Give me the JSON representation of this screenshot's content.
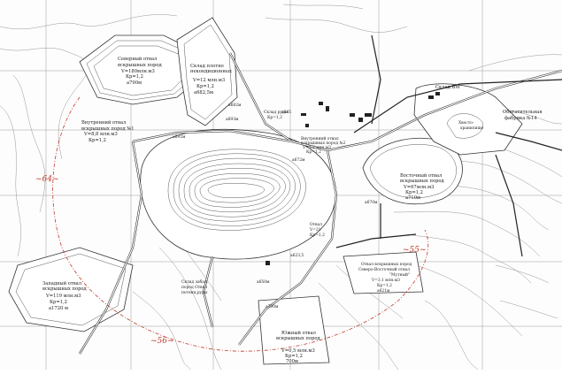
{
  "labels": {
    "north_dump": [
      "Северный отвал",
      "вскрышных пород",
      "V=180млн.м3",
      "Кр=1,2",
      "a790м"
    ],
    "warehouse": [
      "Склад плотно",
      "некондиционных",
      "V=12 млн.м3",
      "Кр=1,2",
      "a682,5м"
    ],
    "inner_dump": [
      "Внутренний отвал",
      "вскрышных пород №1",
      "V=8,8 млн.м3",
      "Кр=1,2"
    ],
    "west_dump": [
      "Западный отвал",
      "вскрышных пород",
      "V=119 млн.м3",
      "Кр=1,2",
      "a1720 м"
    ],
    "east_dump": [
      "Восточный отвал",
      "вскрышных пород",
      "V=67млн.м3",
      "Кр=1,2",
      "a710м"
    ],
    "south_dump": [
      "Южный отвал",
      "вскрышных пород",
      "V=0,5 млн.м3",
      "Кр=1,2",
      "700м"
    ],
    "dump_mine": [
      "Отвал вскрышных пород",
      "Северо-Восточный отвал",
      "\"Мутный\"",
      "V=3,1 млн.м3",
      "Кр=1,2",
      "a621м"
    ],
    "ore_dressing": [
      "Обогатительная",
      "фабрика №14"
    ],
    "tailings": [
      "Хвосто-",
      "хранилище"
    ],
    "explosives": [
      "Склад ВМ"
    ],
    "stockpile_ore": [
      "Склад руды",
      "Кр=1,2"
    ],
    "inner_dump_2": [
      "Внутренний отвал",
      "вскрышных пород №2",
      "V=3,2 млн.м3",
      "Кр=1,2"
    ],
    "dump_low": [
      "Отвал",
      "V=21",
      "Кр=1,2"
    ],
    "pile_sw": [
      "Склад забал.",
      "пород Отвал",
      "потенц.руды"
    ],
    "marks": [
      "a693м",
      "a692м",
      "a645",
      "a682м",
      "a672м",
      "a623,5",
      "a670м",
      "a650м",
      "a700м"
    ]
  },
  "red_labels": [
    "~64~",
    "~55~",
    "~56~"
  ],
  "colors": {
    "ink": "#222222",
    "contour": "#8a8a8a",
    "redline": "#c0392b"
  }
}
